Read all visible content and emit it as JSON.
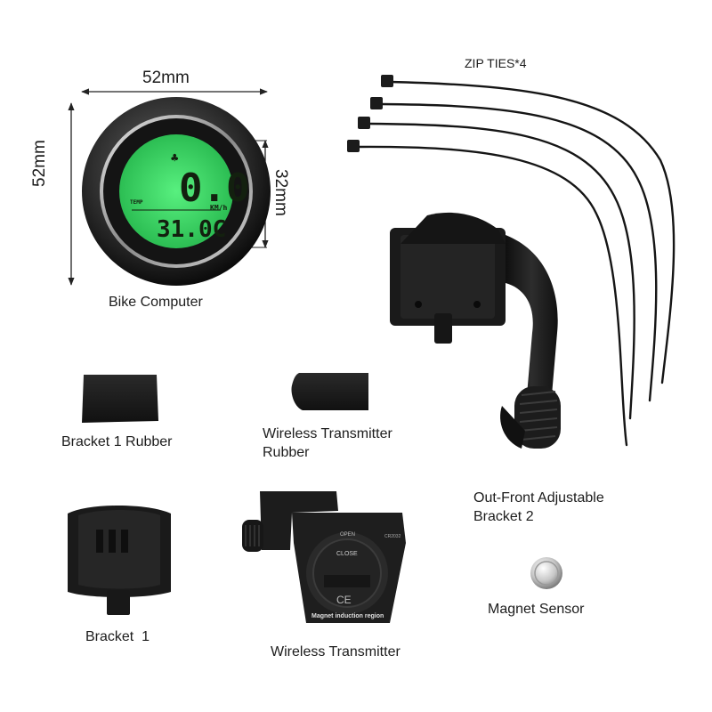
{
  "dimensions": {
    "width_label": "52mm",
    "height_label": "52mm",
    "screen_label": "32mm"
  },
  "lcd": {
    "speed": "0.0",
    "unit": "KM/h",
    "temp_label": "TEMP",
    "temp_value": "31.0C",
    "backlight_color": "#3ddc6a"
  },
  "transmitter": {
    "open_label": "OPEN",
    "close_label": "CLOSE",
    "region_label": "Magnet induction region",
    "battery_label": "CR2032",
    "ce_mark": "CE"
  },
  "labels": {
    "bike_computer": "Bike Computer",
    "zip_ties": "ZIP TIES*4",
    "bracket1_rubber": "Bracket 1 Rubber",
    "transmitter_rubber_line1": "Wireless Transmitter",
    "transmitter_rubber_line2": "Rubber",
    "out_front_line1": "Out-Front Adjustable",
    "out_front_line2": "Bracket 2",
    "bracket1": "Bracket  1",
    "wireless_transmitter": "Wireless Transmitter",
    "magnet_sensor": "Magnet Sensor"
  },
  "colors": {
    "part_black": "#1e1e1e",
    "lcd_green": "#3ddc6a",
    "bezel_silver": "#b9b9b9"
  }
}
